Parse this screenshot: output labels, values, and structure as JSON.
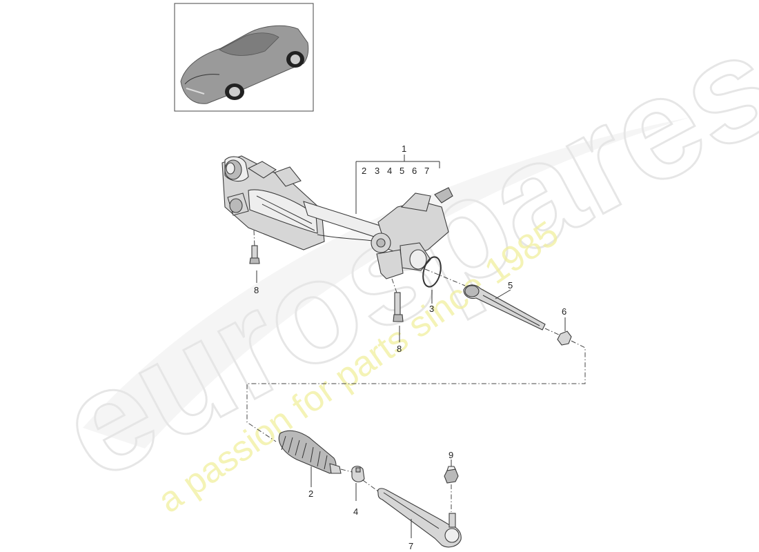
{
  "watermark": {
    "brand": "eurospares",
    "tagline": "a passion for parts since 1985"
  },
  "callouts": {
    "group_number": "1",
    "group_members": [
      "2",
      "3",
      "4",
      "5",
      "6",
      "7"
    ],
    "rack_left_bolt": "8",
    "rack_center_bolt": "8",
    "o_ring": "3",
    "inner_tie_rod": "5",
    "tie_rod_nut": "6",
    "boot": "2",
    "clamp": "4",
    "outer_tie_rod_end": "7",
    "ball_joint_nut": "9"
  },
  "vehicle_thumbnail": {
    "icon": "car-thumbnail"
  }
}
